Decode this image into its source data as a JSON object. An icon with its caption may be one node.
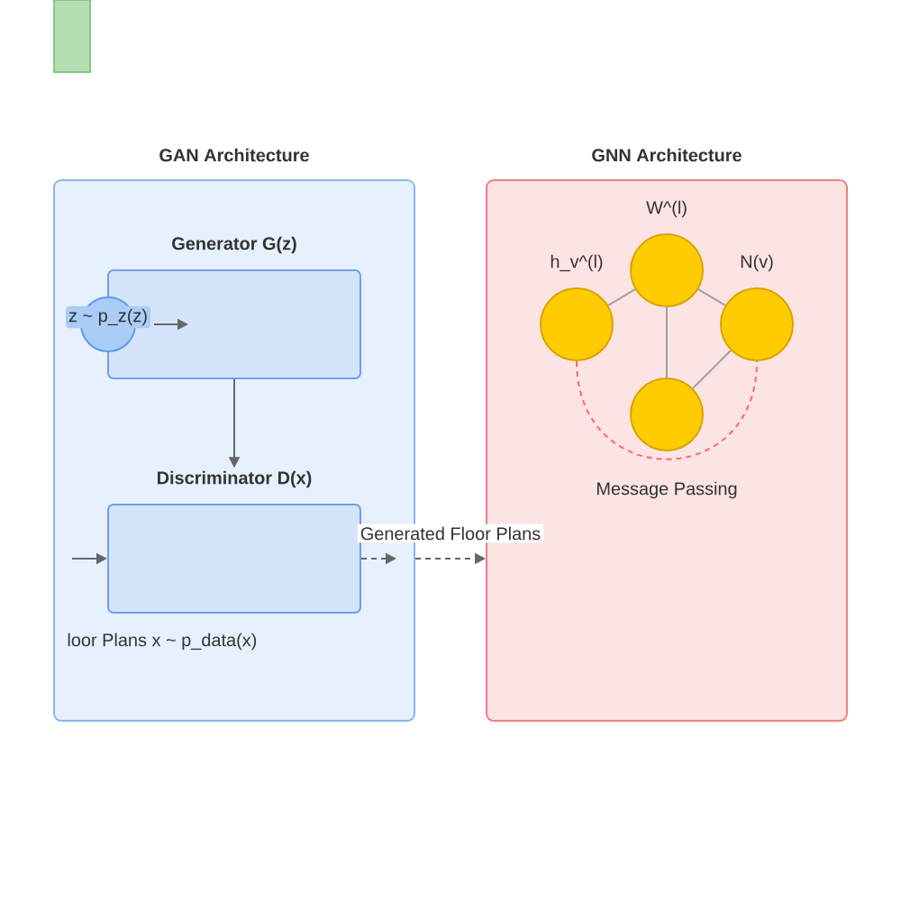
{
  "diagram": {
    "nodes": [
      {
        "text": [],
        "shape": "box"
      },
      {
        "text": [
          "GAN Architecture"
        ]
      },
      {
        "text": [
          "Generator G(z)"
        ],
        "in": 1
      },
      {
        "text": [
          "z ~ p_z(z)"
        ],
        "in": 1
      },
      {
        "text": [
          "Discriminator D(x)"
        ],
        "in": 1
      },
      {
        "text": [
          "GNN Architecture",
          "Message Passing"
        ]
      },
      {
        "text": [
          "W^(l)"
        ],
        "in": 5
      },
      {
        "text": [
          "h_v^(l)"
        ],
        "in": 5
      },
      {
        "text": [
          "N(v)"
        ],
        "in": 5
      },
      {
        "text": [],
        "shape": "circle",
        "in": 5
      }
    ],
    "edges": [
      {
        "from": 3,
        "to": 2,
        "arrow": "to"
      },
      {
        "from": 2,
        "to": 4,
        "arrow": "to"
      },
      {
        "from": null,
        "to": 4,
        "arrow": "to"
      },
      {
        "from": 4,
        "to": null,
        "arrow": "to",
        "style": "dashed"
      },
      {
        "from": 1,
        "to": 5,
        "arrow": "to",
        "style": "dashed",
        "label": "Generated Floor Plans"
      },
      {
        "from": 7,
        "to": 6,
        "arrow": "none",
        "color": "#a0a0a0"
      },
      {
        "from": 6,
        "to": 8,
        "arrow": "none",
        "color": "#a0a0a0"
      },
      {
        "from": 6,
        "to": 9,
        "arrow": "none",
        "color": "#a0a0a0"
      },
      {
        "from": 9,
        "to": 8,
        "arrow": "none",
        "color": "#a0a0a0"
      },
      {
        "from": 7,
        "to": 8,
        "arrow": "none",
        "style": "dashed",
        "color": "#ff6666"
      }
    ],
    "labels": [
      "loor Plans x ~ p_data(x)"
    ]
  }
}
